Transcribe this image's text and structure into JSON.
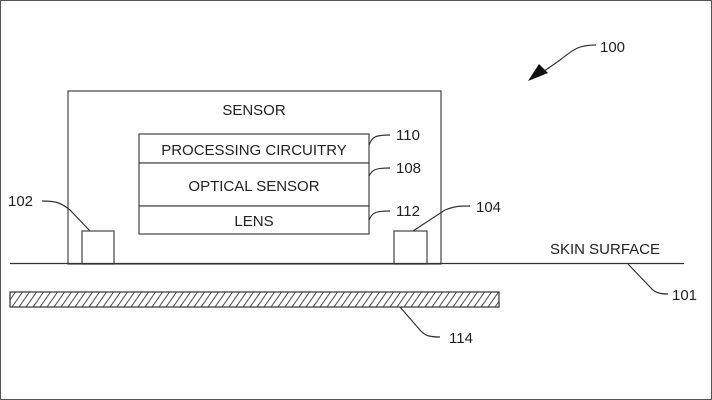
{
  "figure": {
    "reference": "100",
    "sensor_label": "SENSOR",
    "layers": [
      {
        "label": "PROCESSING CIRCUITRY",
        "ref": "110"
      },
      {
        "label": "OPTICAL SENSOR",
        "ref": "108"
      },
      {
        "label": "LENS",
        "ref": "112"
      }
    ],
    "left_emitter_ref": "102",
    "right_emitter_ref": "104",
    "skin_surface_label": "SKIN SURFACE",
    "skin_surface_ref": "101",
    "hatched_layer_ref": "114"
  }
}
